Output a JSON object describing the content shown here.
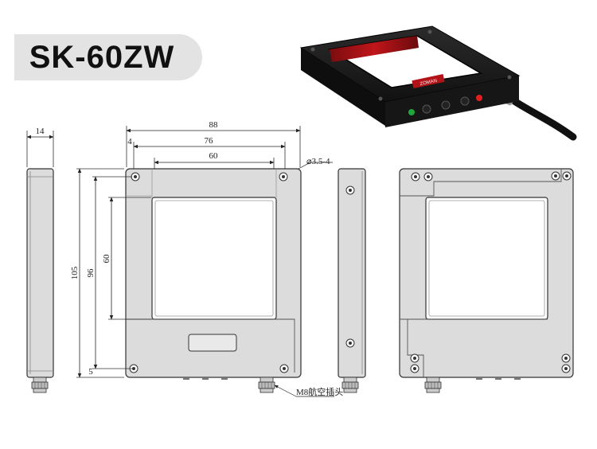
{
  "product": {
    "model": "SK-60ZW",
    "device_brand_plate": "ZOMAN"
  },
  "dimensions": {
    "side_thickness": "14",
    "outer_width": "88",
    "hole_spacing": "76",
    "inner_window_width": "60",
    "hole_edge_offset": "4",
    "mount_hole": "⌀3.5-4",
    "outer_height": "105",
    "hole_vertical_spacing": "96",
    "inner_window_height": "60",
    "bottom_hole_offset": "5"
  },
  "callouts": {
    "connector": "M8航空插头"
  },
  "colors": {
    "drawing_fill": "#dcdcdc",
    "drawing_line": "#333333",
    "device_body": "#1c1c1c",
    "led_green": "#1ea83c",
    "led_red": "#e02020",
    "window_red": "#c0161a",
    "title_pill": "#e3e3e3"
  }
}
